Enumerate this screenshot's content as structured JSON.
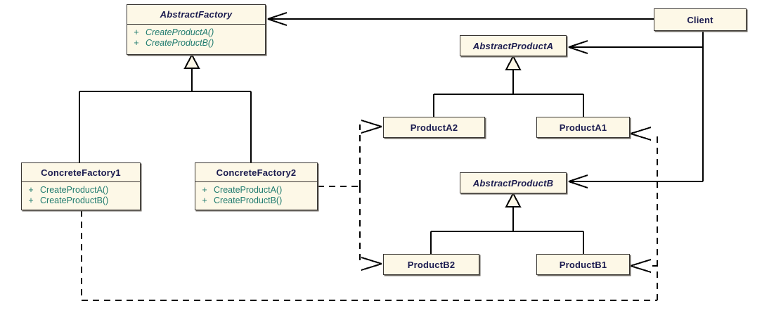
{
  "diagram": {
    "kind": "uml-class-diagram",
    "pattern_name": "Abstract Factory",
    "colors": {
      "box_fill": "#fdf8e7",
      "box_border": "#3a3632",
      "class_name_text": "#1b1b4f",
      "member_text": "#1f7a6e",
      "line": "#000000",
      "background": "#ffffff"
    }
  },
  "classes": {
    "abstract_factory": {
      "name": "AbstractFactory",
      "stereotype": "abstract",
      "members": [
        {
          "visibility": "+",
          "name": "CreateProductA()",
          "abstract": true
        },
        {
          "visibility": "+",
          "name": "CreateProductB()",
          "abstract": true
        }
      ]
    },
    "concrete_factory_1": {
      "name": "ConcreteFactory1",
      "stereotype": "concrete",
      "members": [
        {
          "visibility": "+",
          "name": "CreateProductA()",
          "abstract": false
        },
        {
          "visibility": "+",
          "name": "CreateProductB()",
          "abstract": false
        }
      ]
    },
    "concrete_factory_2": {
      "name": "ConcreteFactory2",
      "stereotype": "concrete",
      "members": [
        {
          "visibility": "+",
          "name": "CreateProductA()",
          "abstract": false
        },
        {
          "visibility": "+",
          "name": "CreateProductB()",
          "abstract": false
        }
      ]
    },
    "abstract_product_a": {
      "name": "AbstractProductA",
      "stereotype": "abstract"
    },
    "product_a1": {
      "name": "ProductA1",
      "stereotype": "concrete"
    },
    "product_a2": {
      "name": "ProductA2",
      "stereotype": "concrete"
    },
    "abstract_product_b": {
      "name": "AbstractProductB",
      "stereotype": "abstract"
    },
    "product_b1": {
      "name": "ProductB1",
      "stereotype": "concrete"
    },
    "product_b2": {
      "name": "ProductB2",
      "stereotype": "concrete"
    },
    "client": {
      "name": "Client",
      "stereotype": "concrete"
    }
  },
  "relationships": [
    {
      "type": "generalization",
      "from": "ConcreteFactory1",
      "to": "AbstractFactory",
      "line": "solid"
    },
    {
      "type": "generalization",
      "from": "ConcreteFactory2",
      "to": "AbstractFactory",
      "line": "solid"
    },
    {
      "type": "generalization",
      "from": "ProductA1",
      "to": "AbstractProductA",
      "line": "solid"
    },
    {
      "type": "generalization",
      "from": "ProductA2",
      "to": "AbstractProductA",
      "line": "solid"
    },
    {
      "type": "generalization",
      "from": "ProductB1",
      "to": "AbstractProductB",
      "line": "solid"
    },
    {
      "type": "generalization",
      "from": "ProductB2",
      "to": "AbstractProductB",
      "line": "solid"
    },
    {
      "type": "association",
      "from": "Client",
      "to": "AbstractFactory",
      "line": "solid"
    },
    {
      "type": "association",
      "from": "Client",
      "to": "AbstractProductA",
      "line": "solid"
    },
    {
      "type": "association",
      "from": "Client",
      "to": "AbstractProductB",
      "line": "solid"
    },
    {
      "type": "dependency",
      "from": "ConcreteFactory1",
      "to": "ProductA1",
      "line": "dashed"
    },
    {
      "type": "dependency",
      "from": "ConcreteFactory1",
      "to": "ProductB1",
      "line": "dashed"
    },
    {
      "type": "dependency",
      "from": "ConcreteFactory2",
      "to": "ProductA2",
      "line": "dashed"
    },
    {
      "type": "dependency",
      "from": "ConcreteFactory2",
      "to": "ProductB2",
      "line": "dashed"
    }
  ]
}
